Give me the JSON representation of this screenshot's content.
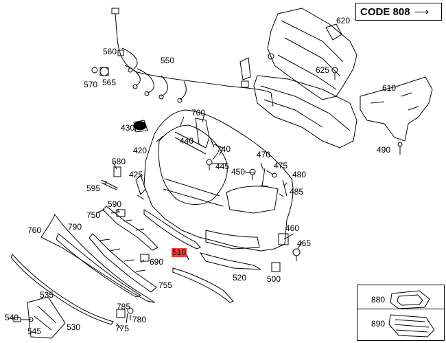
{
  "header": {
    "code_label": "CODE 808",
    "arrow_glyph": "⟶"
  },
  "callouts": [
    {
      "id": "550",
      "text": "550"
    },
    {
      "id": "560",
      "text": "560"
    },
    {
      "id": "565",
      "text": "565"
    },
    {
      "id": "570",
      "text": "570"
    },
    {
      "id": "620",
      "text": "620"
    },
    {
      "id": "625",
      "text": "625"
    },
    {
      "id": "610",
      "text": "610"
    },
    {
      "id": "700",
      "text": "700"
    },
    {
      "id": "430",
      "text": "430"
    },
    {
      "id": "440",
      "text": "440"
    },
    {
      "id": "740",
      "text": "740"
    },
    {
      "id": "420",
      "text": "420"
    },
    {
      "id": "445",
      "text": "445"
    },
    {
      "id": "470",
      "text": "470"
    },
    {
      "id": "490",
      "text": "490"
    },
    {
      "id": "580",
      "text": "580"
    },
    {
      "id": "450",
      "text": "450"
    },
    {
      "id": "475",
      "text": "475"
    },
    {
      "id": "480",
      "text": "480"
    },
    {
      "id": "425",
      "text": "425"
    },
    {
      "id": "485",
      "text": "485"
    },
    {
      "id": "595",
      "text": "595"
    },
    {
      "id": "590",
      "text": "590"
    },
    {
      "id": "750",
      "text": "750"
    },
    {
      "id": "760",
      "text": "760"
    },
    {
      "id": "790",
      "text": "790"
    },
    {
      "id": "460",
      "text": "460"
    },
    {
      "id": "465",
      "text": "465"
    },
    {
      "id": "510",
      "text": "510",
      "highlight": true
    },
    {
      "id": "690",
      "text": "690"
    },
    {
      "id": "520",
      "text": "520"
    },
    {
      "id": "500",
      "text": "500"
    },
    {
      "id": "755",
      "text": "755"
    },
    {
      "id": "535",
      "text": "535"
    },
    {
      "id": "785",
      "text": "785"
    },
    {
      "id": "540",
      "text": "540"
    },
    {
      "id": "780",
      "text": "780"
    },
    {
      "id": "545",
      "text": "545"
    },
    {
      "id": "530",
      "text": "530"
    },
    {
      "id": "775",
      "text": "775"
    }
  ],
  "insets": [
    {
      "id": "880",
      "text": "880"
    },
    {
      "id": "890",
      "text": "890"
    }
  ],
  "colors": {
    "line": "#000000",
    "highlight": "#f04040",
    "background": "#ffffff"
  }
}
